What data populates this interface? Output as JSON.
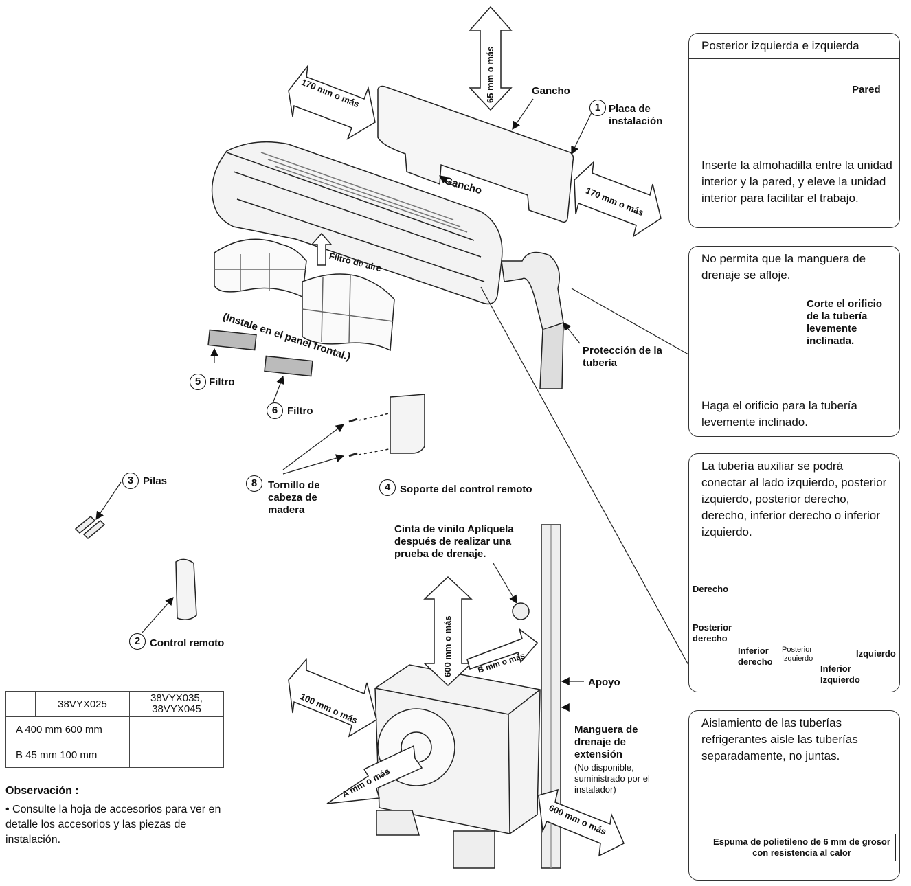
{
  "labels": {
    "dim_65": "65 mm o más",
    "dim_170_left": "170 mm o más",
    "dim_170_right": "170 mm o más",
    "gancho_top": "Gancho",
    "gancho_bottom": "Gancho",
    "placa_num": "1",
    "placa_label": "Placa de instalación",
    "filtro_aire": "Filtro de aire",
    "instale_panel": "(Instale en el panel frontal.)",
    "filtro5_num": "5",
    "filtro5_label": "Filtro",
    "filtro6_num": "6",
    "filtro6_label": "Filtro",
    "proteccion": "Protección de la tubería",
    "pilas_num": "3",
    "pilas_label": "Pilas",
    "tornillo_num": "8",
    "tornillo_label": "Tornillo de cabeza de madera",
    "soporte_num": "4",
    "soporte_label": "Soporte del control remoto",
    "control_num": "2",
    "control_label": "Control remoto",
    "cinta": "Cinta de vinilo Aplíquela después de realizar una prueba de drenaje.",
    "dim_600_vert": "600 mm o más",
    "dim_b": "B mm o más",
    "apoyo": "Apoyo",
    "dim_100": "100 mm o más",
    "dim_a": "A mm o más",
    "manguera": "Manguera de drenaje de extensión",
    "manguera_note": "(No disponible, suministrado por el instalador)",
    "dim_600_diag": "600 mm o más"
  },
  "boxes": {
    "box1_header": "Posterior izquierda e izquierda",
    "box1_pared": "Pared",
    "box1_text": "Inserte la almohadilla entre la unidad interior y la pared, y eleve la unidad interior para facilitar el trabajo.",
    "box2_header": "No permita que la manguera de drenaje se afloje.",
    "box2_corte": "Corte el orificio de la tubería levemente inclinada.",
    "box2_text": "Haga el orificio para la tubería levemente inclinado.",
    "box3_header": "La tubería auxiliar se podrá conectar al lado izquierdo, posterior izquierdo, posterior derecho, derecho, inferior derecho o inferior izquierdo.",
    "box3_derecho": "Derecho",
    "box3_post_der": "Posterior derecho",
    "box3_inf_der": "Inferior derecho",
    "box3_post_izq": "Posterior Izquierdo",
    "box3_inf_izq": "Inferior Izquierdo",
    "box3_izq": "Izquierdo",
    "box4_header": "Aislamiento de las tuberías refrigerantes aisle las tuberías separadamente, no juntas.",
    "box4_espuma": "Espuma de polietileno de 6 mm de grosor con resistencia al calor"
  },
  "table": {
    "headers": [
      "",
      "38VYX025",
      "38VYX035, 38VYX045"
    ],
    "rows": [
      [
        "A 400 mm 600 mm",
        ""
      ],
      [
        "B 45 mm 100 mm",
        ""
      ]
    ]
  },
  "observacion": {
    "title": "Observación :",
    "text": "• Consulte la hoja de accesorios para ver en detalle los accesorios y las piezas de instalación."
  }
}
